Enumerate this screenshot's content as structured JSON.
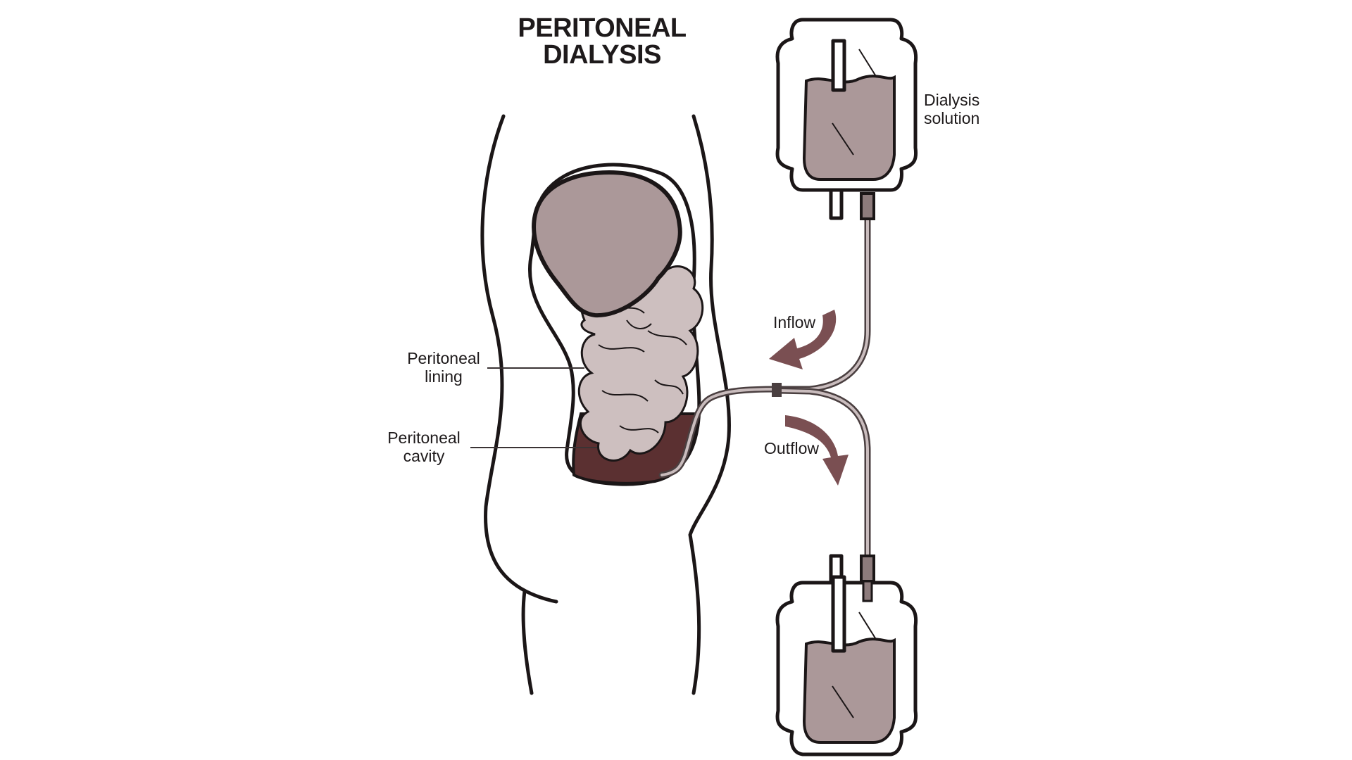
{
  "diagram": {
    "title_line1": "PERITONEAL",
    "title_line2": "DIALYSIS",
    "labels": {
      "dialysis_solution_line1": "Dialysis",
      "dialysis_solution_line2": "solution",
      "inflow": "Inflow",
      "outflow": "Outflow",
      "peritoneal_lining_line1": "Peritoneal",
      "peritoneal_lining_line2": "lining",
      "peritoneal_cavity_line1": "Peritoneal",
      "peritoneal_cavity_line2": "cavity"
    },
    "colors": {
      "fluid": "#ab9899",
      "cavity_fluid": "#5b3031",
      "arrow": "#7a4f52",
      "outline": "#1b1617",
      "intestine": "#cdbfbf"
    }
  }
}
